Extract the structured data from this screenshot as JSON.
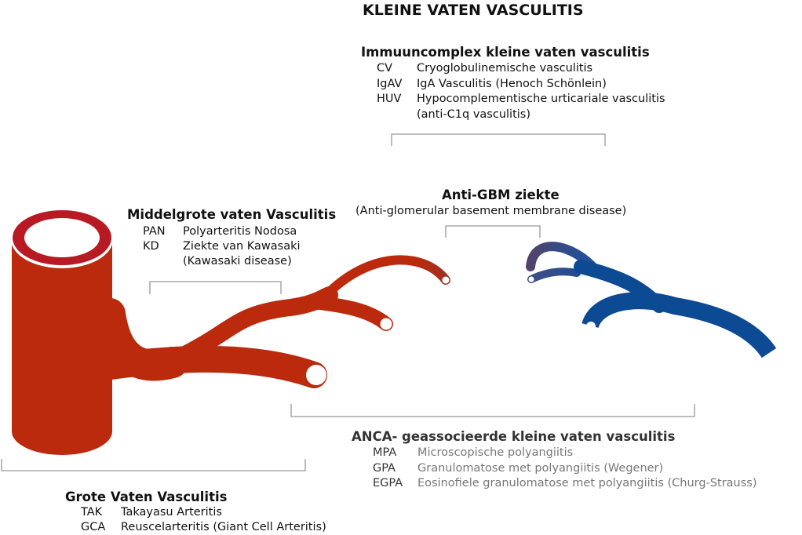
{
  "title": "KLEINE VATEN VASCULITIS",
  "immuuncomplex": {
    "heading": "Immuuncomplex kleine vaten vasculitis",
    "items": [
      {
        "abbr": "CV",
        "desc": "Cryoglobulinemische vasculitis"
      },
      {
        "abbr": "IgAV",
        "desc": "IgA Vasculitis (Henoch Schönlein)"
      },
      {
        "abbr": "HUV",
        "desc": "Hypocomplementische urticariale vasculitis"
      },
      {
        "abbr": "",
        "desc": "(anti-C1q vasculitis)"
      }
    ]
  },
  "anti_gbm": {
    "heading": "Anti-GBM ziekte",
    "subtitle": "(Anti-glomerular basement membrane disease)"
  },
  "middelgrote": {
    "heading": "Middelgrote vaten Vasculitis",
    "items": [
      {
        "abbr": "PAN",
        "desc": "Polyarteritis Nodosa"
      },
      {
        "abbr": "KD",
        "desc": "Ziekte van Kawasaki"
      },
      {
        "abbr": "",
        "desc": "(Kawasaki disease)"
      }
    ]
  },
  "anca": {
    "heading": "ANCA- geassocieerde kleine vaten vasculitis",
    "items": [
      {
        "abbr": "MPA",
        "desc": "Microscopische polyangiitis"
      },
      {
        "abbr": "GPA",
        "desc": "Granulomatose met polyangiitis (Wegener)"
      },
      {
        "abbr": "EGPA",
        "desc": "Eosinofiele granulomatose met polyangiitis (Churg-Strauss)"
      }
    ]
  },
  "grote": {
    "heading": "Grote Vaten Vasculitis",
    "items": [
      {
        "abbr": "TAK",
        "desc": "Takayasu Arteritis"
      },
      {
        "abbr": "GCA",
        "desc": "Reuscelarteritis (Giant Cell Arteritis)"
      }
    ]
  },
  "colors": {
    "red": "#bb2a0c",
    "ring": "#b81a24",
    "blue": "#0d4a94",
    "bracket": "#999999"
  }
}
